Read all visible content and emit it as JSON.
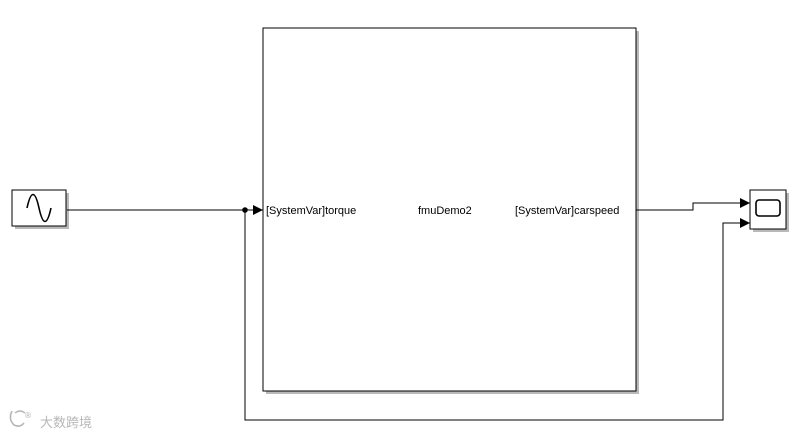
{
  "model": {
    "subsystem_name": "fmuDemo2",
    "input_port_label": "[SystemVar]torque",
    "output_port_label": "[SystemVar]carspeed"
  },
  "blocks": {
    "sine_wave": {
      "icon": "sine-wave-icon"
    },
    "scope": {
      "icon": "scope-icon",
      "input_count": 2
    }
  },
  "watermark": {
    "text": "大数跨境"
  },
  "colors": {
    "line": "#000000",
    "block_border": "#000000",
    "block_shadow": "#b9b9b9",
    "scope_screen_border": "#000000",
    "watermark": "#b7b7b7"
  }
}
